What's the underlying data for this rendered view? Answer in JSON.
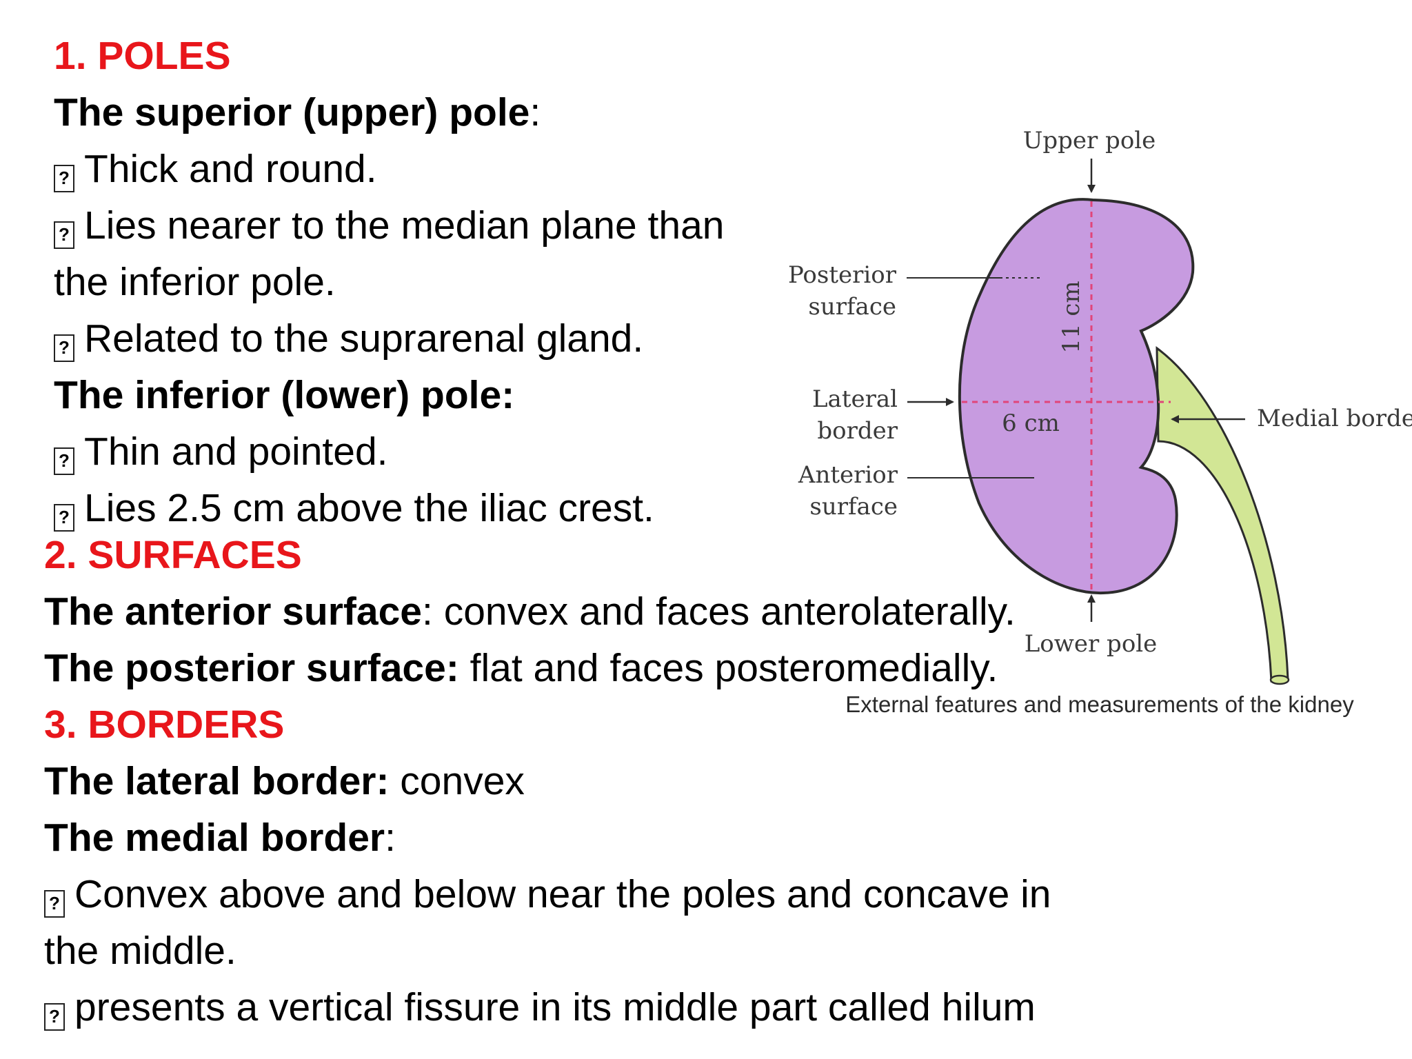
{
  "poles": {
    "heading": "1. POLES",
    "superior": {
      "title": "The superior (upper) pole",
      "suffix": ":",
      "bullets": [
        "Thick and round.",
        "Lies nearer to the median plane than",
        "Related to the suprarenal gland."
      ],
      "continuation": "the inferior pole."
    },
    "inferior": {
      "title": "The inferior (lower) pole:",
      "bullets": [
        "Thin and pointed.",
        "Lies 2.5 cm above the iliac crest."
      ]
    }
  },
  "surfaces": {
    "heading": "2. SURFACES",
    "anterior_title": "The anterior surface",
    "anterior_text": ": convex and faces anterolaterally.",
    "posterior_title": "The posterior surface:",
    "posterior_text": " flat and faces posteromedially."
  },
  "borders": {
    "heading": "3. BORDERS",
    "lateral_title": "The lateral border:",
    "lateral_text": " convex",
    "medial_title": "The medial border",
    "medial_suffix": ":",
    "bullets": [
      "Convex above and below near the poles and concave in",
      "presents a vertical fissure in its middle part called hilum"
    ],
    "continuation": "the middle."
  },
  "bullet_glyph": "?",
  "diagram": {
    "labels": {
      "upper_pole": "Upper pole",
      "posterior_surface_1": "Posterior",
      "posterior_surface_2": "surface",
      "length": "11 cm",
      "lateral_border_1": "Lateral",
      "lateral_border_2": "border",
      "width": "6 cm",
      "medial_border": "Medial borde",
      "anterior_surface_1": "Anterior",
      "anterior_surface_2": "surface",
      "lower_pole": "Lower pole"
    },
    "caption": "External features and measurements of the kidney",
    "colors": {
      "kidney_fill": "#c79be0",
      "kidney_stroke": "#2c2c2c",
      "ureter_fill": "#d2e695",
      "measure_line": "#e0457a"
    }
  }
}
